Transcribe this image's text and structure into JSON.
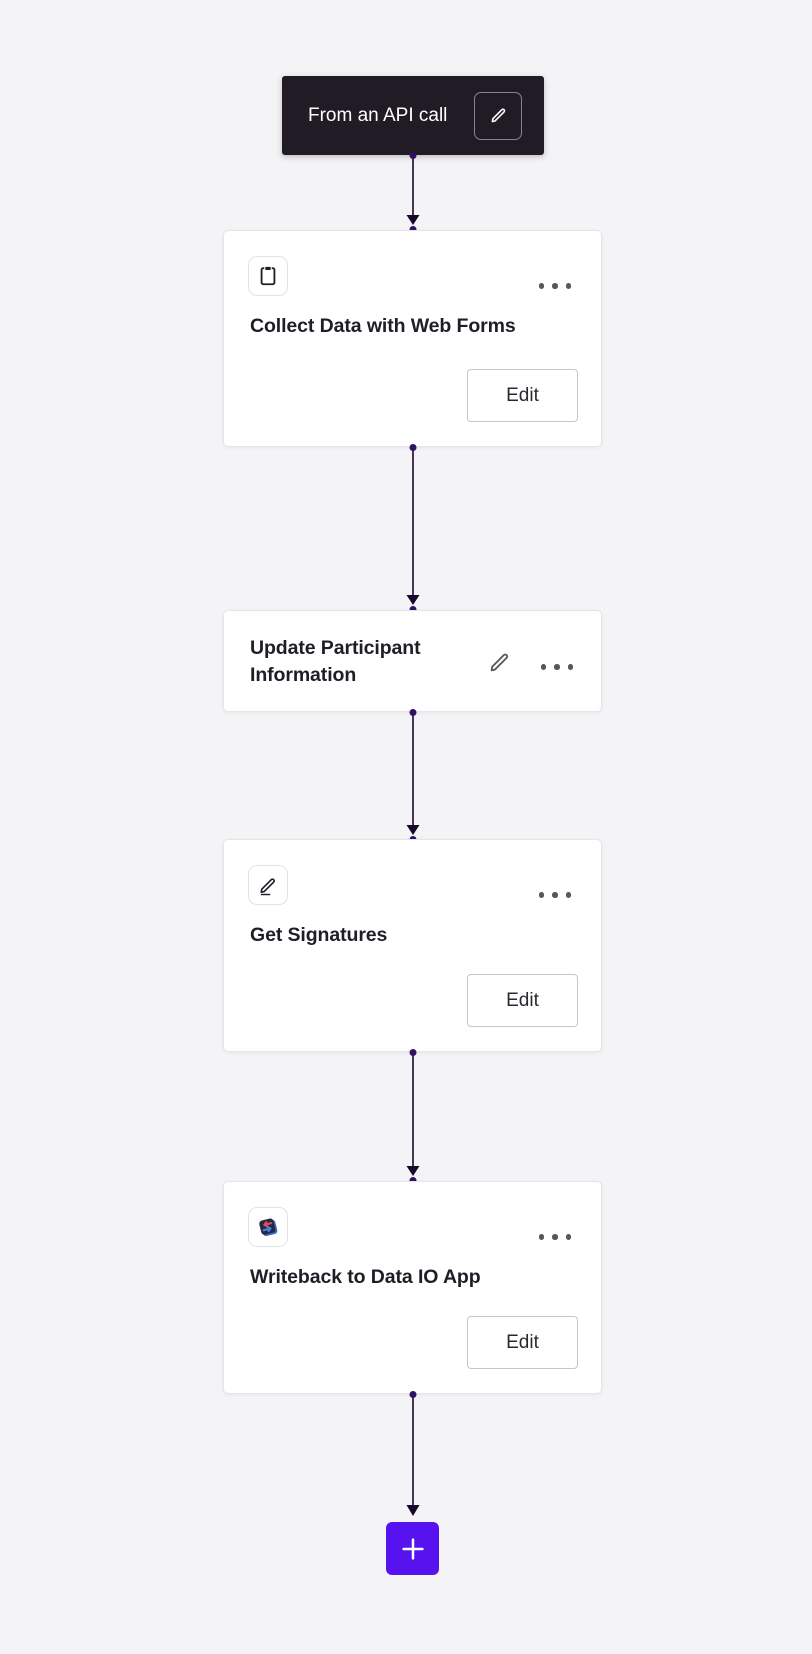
{
  "workflow": {
    "trigger": {
      "label": "From an API call"
    },
    "steps": [
      {
        "title": "Collect Data with Web Forms",
        "icon": "clipboard-icon",
        "menu_icon": "ellipsis-icon",
        "edit_label": "Edit"
      },
      {
        "title": "Update Participant Information",
        "icon": "pencil-icon",
        "menu_icon": "ellipsis-icon"
      },
      {
        "title": "Get Signatures",
        "icon": "signature-pen-icon",
        "menu_icon": "ellipsis-icon",
        "edit_label": "Edit"
      },
      {
        "title": "Writeback to Data IO App",
        "icon": "data-io-app-icon",
        "menu_icon": "ellipsis-icon",
        "edit_label": "Edit"
      }
    ],
    "add_step_label": "+"
  },
  "colors": {
    "canvas_bg": "#f4f3f5",
    "trigger_bg": "#201b24",
    "accent_purple": "#5712f0",
    "connector_dot": "#2e1263",
    "connector_line": "#17092b",
    "icon_gray": "#56545a"
  }
}
